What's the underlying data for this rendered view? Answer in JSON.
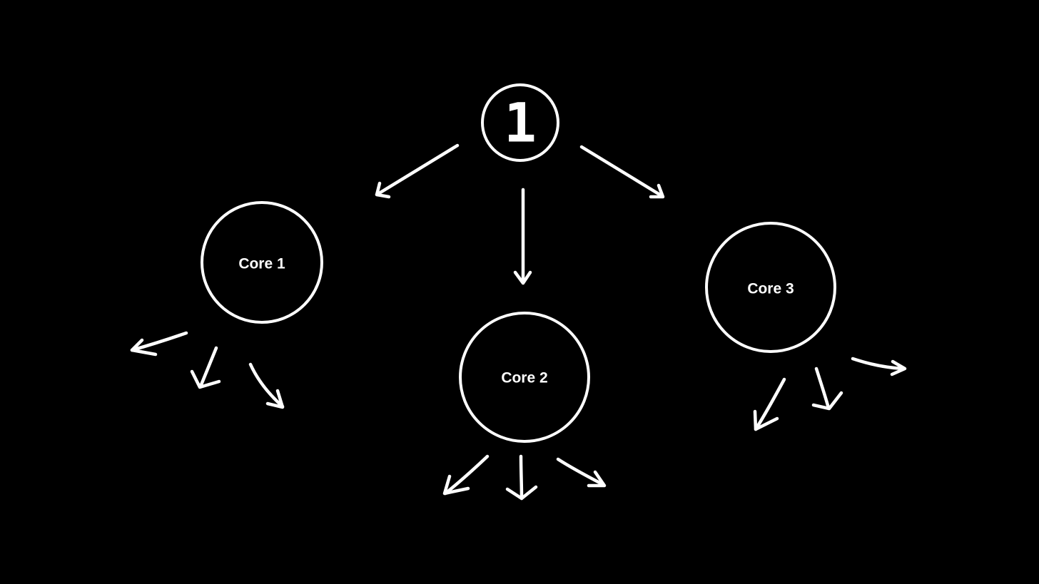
{
  "diagram": {
    "root": {
      "label": "1"
    },
    "nodes": [
      {
        "label": "Core 1"
      },
      {
        "label": "Core 2"
      },
      {
        "label": "Core 3"
      }
    ]
  },
  "colors": {
    "background": "#000000",
    "foreground": "#ffffff"
  }
}
